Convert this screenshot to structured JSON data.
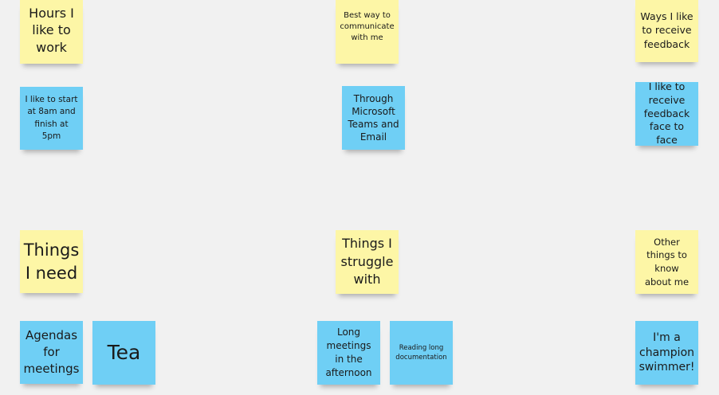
{
  "notes": {
    "hours_header": "Hours I like to work",
    "hours_answer": "I like to start at 8am and finish at 5pm",
    "communicate_header": "Best way to communicate with me",
    "communicate_answer": "Through Microsoft Teams and Email",
    "feedback_header": "Ways I like to receive feedback",
    "feedback_answer": "I like to receive feedback face to face",
    "need_header": "Things I need",
    "need_answer_1": "Agendas for meetings",
    "need_answer_2": "Tea",
    "struggle_header": "Things I struggle with",
    "struggle_answer_1": "Long meetings in the afternoon",
    "struggle_answer_2": "Reading long documentation",
    "other_header": "Other things to know about me",
    "other_answer": "I'm a champion swimmer!"
  },
  "colors": {
    "board": "#f1f1f1",
    "yellow_note": "#fdf6a6",
    "blue_note": "#6fcff5"
  }
}
